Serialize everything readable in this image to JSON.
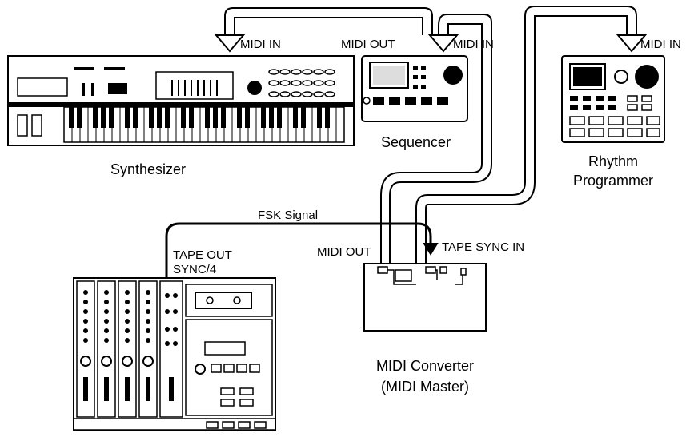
{
  "labels": {
    "midi_in_synth": "MIDI IN",
    "midi_out_seq": "MIDI OUT",
    "midi_in_seq": "MIDI IN",
    "midi_in_rhythm": "MIDI IN",
    "synthesizer": "Synthesizer",
    "sequencer": "Sequencer",
    "rhythm_line1": "Rhythm",
    "rhythm_line2": "Programmer",
    "fsk_signal": "FSK Signal",
    "tape_out_line1": "TAPE OUT",
    "tape_out_line2": "SYNC/4",
    "midi_out_conv": "MIDI OUT",
    "tape_sync_in": "TAPE SYNC IN",
    "converter_line1": "MIDI Converter",
    "converter_line2": "(MIDI Master)"
  },
  "colors": {
    "line": "#000000",
    "background": "#ffffff",
    "panel": "#f0f0f0"
  },
  "devices": [
    "synthesizer",
    "sequencer",
    "rhythm-programmer",
    "midi-converter",
    "multitrack-recorder"
  ]
}
